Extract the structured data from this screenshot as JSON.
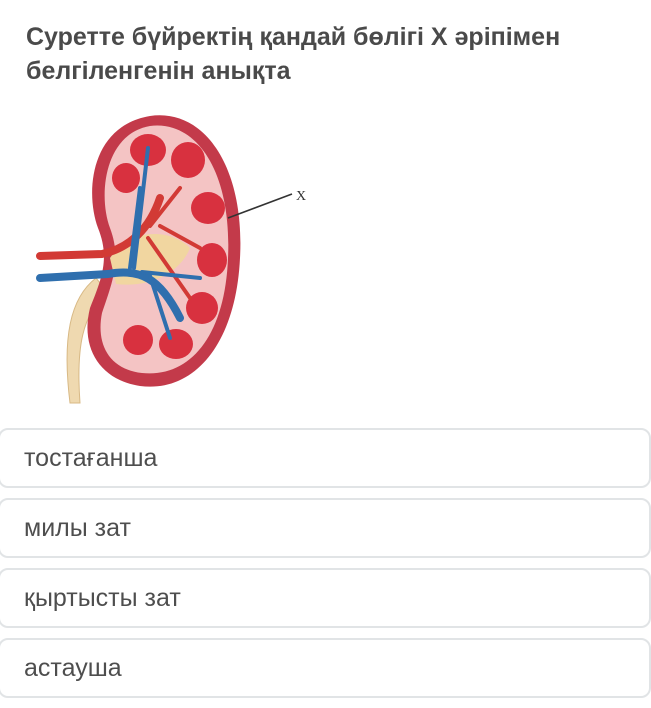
{
  "question": {
    "line1": "Суретте бүйректің қандай бөлігі X әріпімен",
    "line2": "белгіленгенін анықта"
  },
  "figure": {
    "marker_label": "X",
    "colors": {
      "capsule": "#c33a4a",
      "cortex": "#f4c4c4",
      "pyramid": "#d8313f",
      "vein": "#2f6fae",
      "artery": "#d23a35",
      "pelvis": "#f1d6a0",
      "ureter": "#efd9b0"
    }
  },
  "options": [
    {
      "label": "тостағанша"
    },
    {
      "label": "милы зат"
    },
    {
      "label": "қыртысты зат"
    },
    {
      "label": "астауша"
    }
  ]
}
